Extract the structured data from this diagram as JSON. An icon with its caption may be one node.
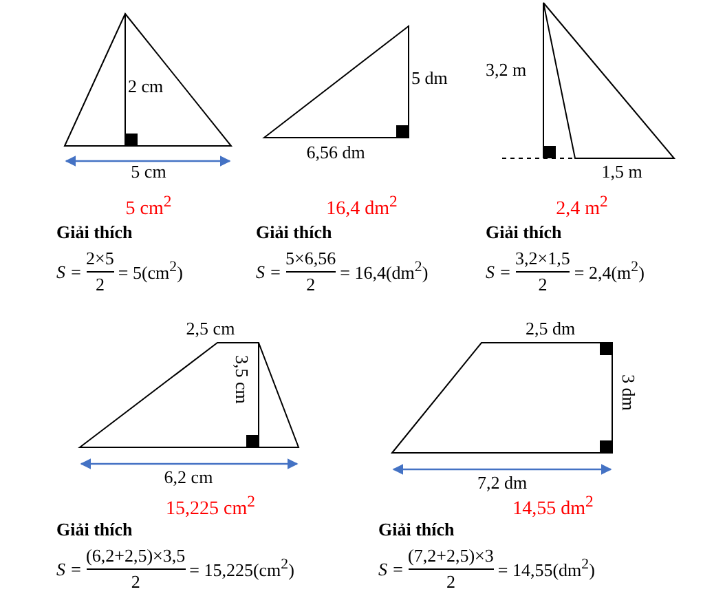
{
  "diagram": {
    "labels": [
      "2 cm",
      "5 cm",
      "5 dm",
      "6,56 dm",
      "3,2 m",
      "1,5 m",
      "5 cm$^{2}$",
      "16,4 dm$^{2}$",
      "2,4 m$^{2}$",
      "Giải thích",
      "Giải thích",
      "Giải thích",
      "S =",
      "2×5",
      "2",
      "= 5(cm$^{2}$)",
      "S =",
      "5×6,56",
      "2",
      "= 16,4(dm$^{2}$)",
      "S =",
      "3,2×1,5",
      "2",
      "= 2,4(m$^{2}$)",
      "2,5 cm",
      "3,5 cm",
      "6,2 cm",
      "2,5 dm",
      "3 dm",
      "7,2 dm",
      "15,225 cm$^{2}$",
      "14,55 dm$^{2}$",
      "Giải thích",
      "Giải thích",
      "S =",
      "(6,2+2,5)×3,5",
      "2",
      "= 15,225(cm$^{2}$)",
      "S =",
      "(7,2+2,5)×3",
      "2",
      "= 14,55(dm$^{2}$)"
    ]
  }
}
